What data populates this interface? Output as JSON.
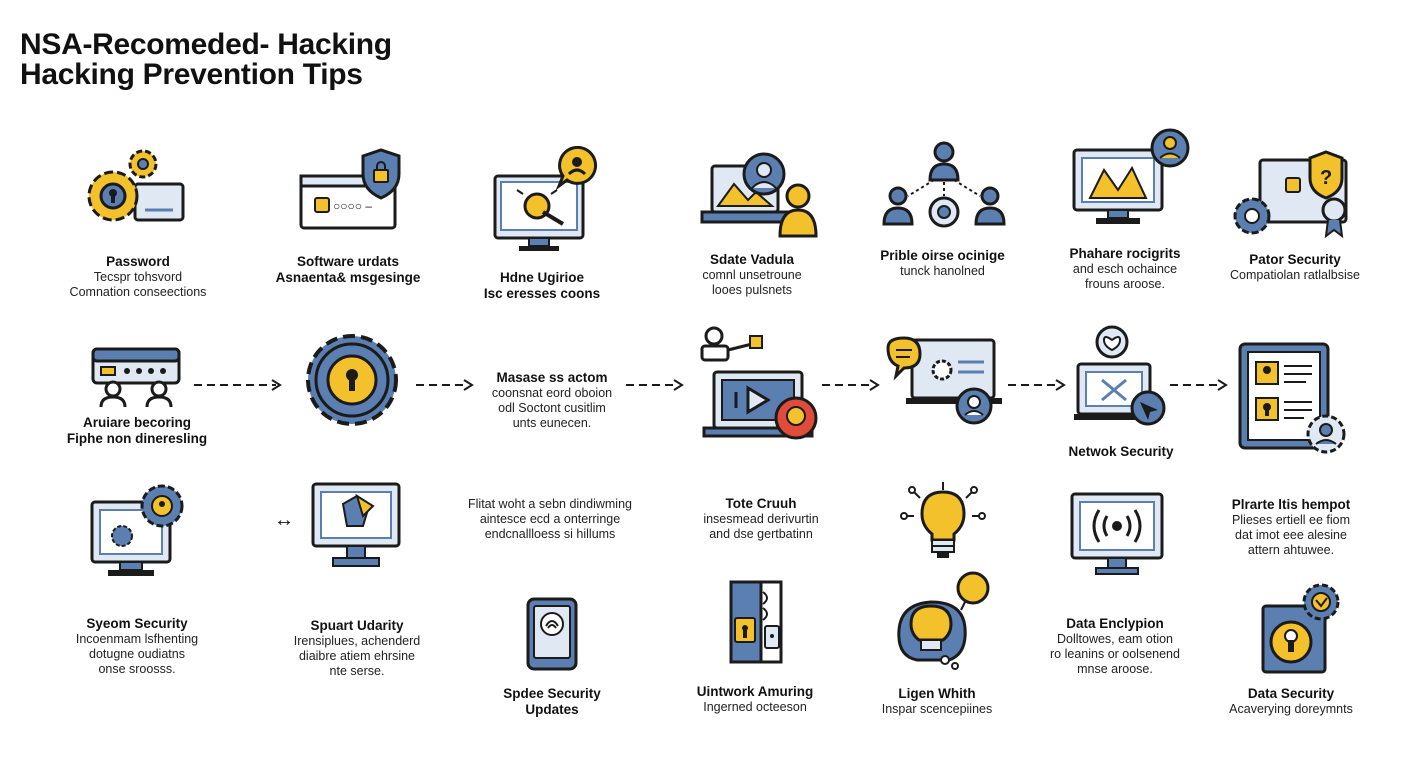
{
  "title": {
    "line1": "NSA-Recomeded- Hacking",
    "line2": "Hacking Prevention Tips"
  },
  "colors": {
    "blue": "#5b7fb0",
    "yellow": "#f3c12b",
    "light": "#dfe8f3",
    "dark": "#1b1b1b",
    "red": "#e14b3c"
  },
  "row1": [
    {
      "icon": "gears-folder-icon",
      "label": "Password",
      "sub": [
        "Tecspr tohsvord",
        "Comnation conseections"
      ]
    },
    {
      "icon": "browser-lock-icon",
      "label": "Software urdats",
      "sub": [
        "Asnaenta& msgesinge"
      ]
    },
    {
      "icon": "monitor-bug-icon",
      "label": "Hdne Ugirioe",
      "sub": [
        "Isc eresses coons"
      ]
    },
    {
      "icon": "laptop-user-icon",
      "label": "Sdate Vadula",
      "sub": [
        "comnl unsetroune",
        "looes pulsnets"
      ]
    },
    {
      "icon": "people-network-icon",
      "label": "Prible oirse ocinige",
      "sub": [
        "tunck hanolned"
      ]
    },
    {
      "icon": "monitor-chart-user-icon",
      "label": "Phahare rocigrits",
      "sub": [
        "and esch ochaince",
        "frouns aroose."
      ]
    },
    {
      "icon": "shield-gear-icon",
      "label": "Pator Security",
      "sub": [
        "Compatiolan ratlalbsise"
      ]
    }
  ],
  "row2": [
    {
      "icon": "server-users-icon",
      "label": "Aruiare becoring",
      "sub": [
        "Fiphe non dineresling"
      ]
    },
    {
      "icon": "lock-gear-icon",
      "label": "",
      "sub": []
    },
    {
      "icon": "text-block",
      "label": "Masase ss actom",
      "sub": [
        "coonsnat eord oboion",
        "odl Soctont cusitlim",
        "unts eunecen."
      ]
    },
    {
      "icon": "laptop-play-alert-icon",
      "label": "",
      "sub": []
    },
    {
      "icon": "laptop-chat-icon",
      "label": "",
      "sub": []
    },
    {
      "icon": "monitor-heart-icon",
      "label": "Netwok Security",
      "sub": []
    },
    {
      "icon": "tablet-profile-icon",
      "label": "",
      "sub": []
    }
  ],
  "row3": [
    {
      "icon": "monitor-gear-icon",
      "label": "Syeom Security",
      "sub": [
        "Incoenmam lsfhenting",
        "dotugne oudiatns",
        "onse sroosss."
      ]
    },
    {
      "icon": "monitor-chart-icon",
      "label": "Spuart Udarity",
      "sub": [
        "Irensiplues, achenderd",
        "diaibre atiem ehrsine",
        "nte serse."
      ]
    },
    {
      "icon": "text-block",
      "label": "",
      "sub": [
        "Flitat woht a sebn dindiwming",
        "aintesce ecd a onterringe",
        "endcnallloess si hillums"
      ]
    },
    {
      "icon": "none",
      "label": "Tote Cruuh",
      "sub": [
        "insesmead derivurtin",
        "and dse gertbatinn"
      ]
    },
    {
      "icon": "lightbulb-icon",
      "label": "",
      "sub": []
    },
    {
      "icon": "monitor-wave-icon",
      "label": "",
      "sub": []
    },
    {
      "icon": "text-block",
      "label": "Plrarte ltis hempot",
      "sub": [
        "Plieses ertiell ee fiom",
        "dat imot eee alesine",
        "attern ahtuwee."
      ]
    }
  ],
  "row4": [
    {
      "icon": "phone-icon",
      "label": "Spdee Security",
      "sub": [
        "Updates"
      ]
    },
    {
      "icon": "door-lock-icon",
      "label": "Uintwork Amuring",
      "sub": [
        "Ingerned octeeson"
      ]
    },
    {
      "icon": "head-bulb-icon",
      "label": "Ligen Whith",
      "sub": [
        "Inspar scencepiines"
      ]
    },
    {
      "icon": "none",
      "label": "Data Enclypion",
      "sub": [
        "Dolltowes, eam otion",
        "ro leanins or oolsenend",
        "mnse aroose."
      ]
    },
    {
      "icon": "tablet-lock-gear-icon",
      "label": "Data Security",
      "sub": [
        "Acaverying doreymnts"
      ]
    }
  ],
  "arrow_glyph": "↔"
}
